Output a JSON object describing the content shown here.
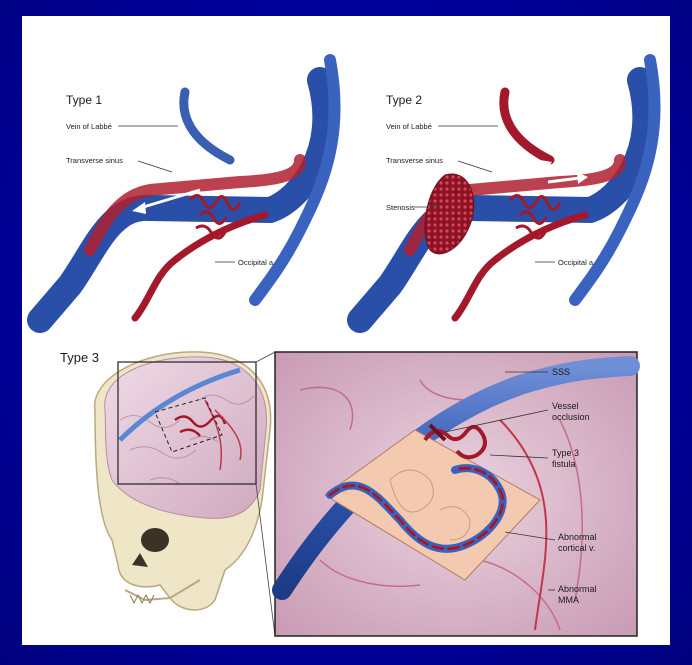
{
  "type1": {
    "heading": "Type 1",
    "labels": {
      "vein": "Vein of Labbé",
      "sinus": "Transverse sinus",
      "artery": "Occipital a."
    }
  },
  "type2": {
    "heading": "Type 2",
    "labels": {
      "vein": "Vein of Labbé",
      "sinus": "Transverse sinus",
      "stenosis": "Stenosis",
      "artery": "Occipital a."
    }
  },
  "type3": {
    "heading": "Type 3",
    "labels": {
      "sss": "SSS",
      "occlusion_1": "Vessel",
      "occlusion_2": "occlusion",
      "fistula_1": "Type 3",
      "fistula_2": "fistula",
      "cortical_1": "Abnormal",
      "cortical_2": "cortical v.",
      "mma_1": "Abnormal",
      "mma_2": "MMA"
    }
  },
  "colors": {
    "background": "#00009a",
    "vein": "#3a5fb0",
    "artery": "#a3182a",
    "brain": "#e0c8d6",
    "skull": "#efe6c8"
  }
}
